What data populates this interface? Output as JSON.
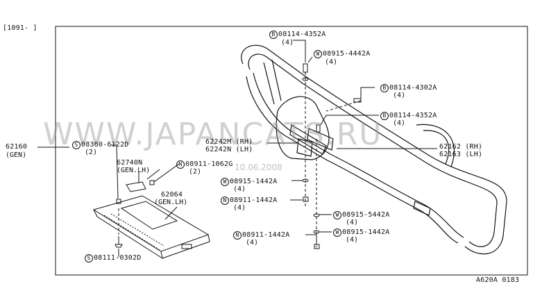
{
  "frame_label": "[1091-      ]",
  "figure_code": "A620A 0183",
  "watermark": "WWW.JAPANCATS.RU",
  "date_stamp": "10.06.2008",
  "colors": {
    "line": "#111111",
    "watermark": "#969696"
  },
  "parts": {
    "bolt_top": {
      "symbol": "B",
      "code": "08114-4352A",
      "qty": "(4)"
    },
    "washer_top": {
      "symbol": "W",
      "code": "08915-4442A",
      "qty": "(4)"
    },
    "bolt_mid": {
      "symbol": "B",
      "code": "08114-4302A",
      "qty": "(4)"
    },
    "bolt_mid2": {
      "symbol": "B",
      "code": "08114-4352A",
      "qty": "(4)"
    },
    "guard": {
      "code": "62160",
      "desc": "(GEN)"
    },
    "screw_left": {
      "symbol": "S",
      "code": "08360-6122D",
      "qty": "(2)"
    },
    "bracket_rh": {
      "code": "62242M (RH)"
    },
    "bracket_lh": {
      "code": "62242N (LH)"
    },
    "stay_rh": {
      "code": "62162 (RH)"
    },
    "stay_lh": {
      "code": "62163 (LH)"
    },
    "clip": {
      "code": "62740N",
      "desc": "(GEN.LH)"
    },
    "nut_small": {
      "symbol": "N",
      "code": "08911-1062G",
      "qty": "(2)"
    },
    "washer_mid": {
      "symbol": "W",
      "code": "08915-1442A",
      "qty": "(4)"
    },
    "cover": {
      "code": "62064",
      "desc": "(GEN.LH)"
    },
    "nut_mid": {
      "symbol": "N",
      "code": "08911-1442A",
      "qty": "(4)"
    },
    "washer_low1": {
      "symbol": "W",
      "code": "08915-5442A",
      "qty": "(4)"
    },
    "washer_low2": {
      "symbol": "W",
      "code": "08915-1442A",
      "qty": "(4)"
    },
    "nut_low": {
      "symbol": "N",
      "code": "08911-1442A",
      "qty": "(4)"
    },
    "screw_bottom": {
      "symbol": "S",
      "code": "08111-0302D",
      "qty": ""
    }
  }
}
